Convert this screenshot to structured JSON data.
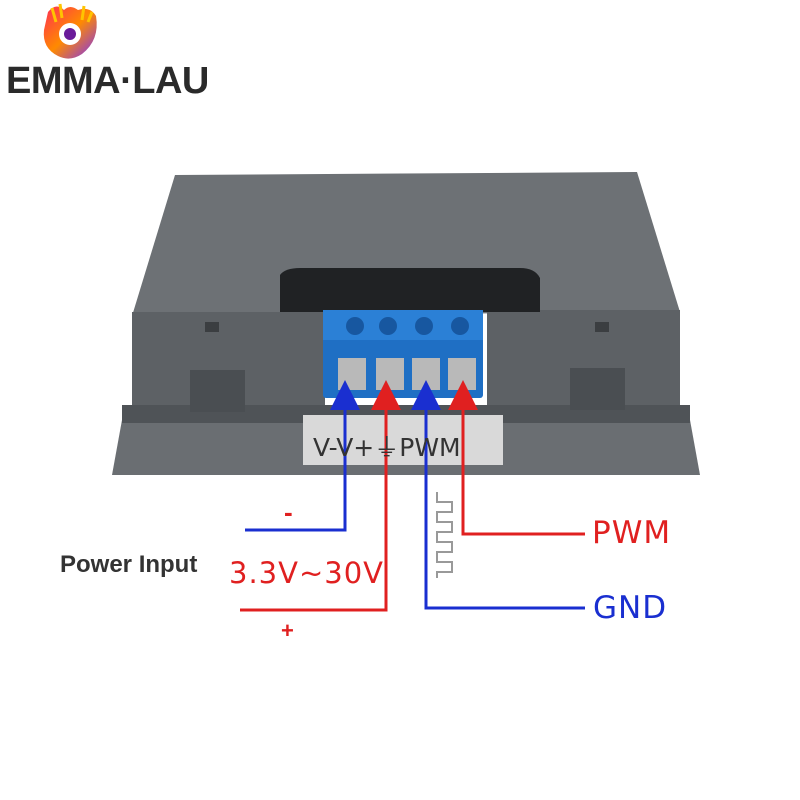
{
  "logo": {
    "wordmark": "EMMA·LAU",
    "icon": "emma-lau-logo-icon"
  },
  "device": {
    "pin_labels": "V-V+⏚PWM",
    "icons": [
      "terminal-block-icon",
      "screw-terminal-icon"
    ]
  },
  "labels": {
    "power_input": "Power Input",
    "voltage_range": "3.3V~30V",
    "negative": "-",
    "positive": "+",
    "pwm": "PWM",
    "gnd": "GND"
  },
  "colors": {
    "positive_wire": "#e02020",
    "negative_wire": "#1a2fd0",
    "device_body": "#5e6266",
    "terminal_block": "#1f6fc4"
  }
}
